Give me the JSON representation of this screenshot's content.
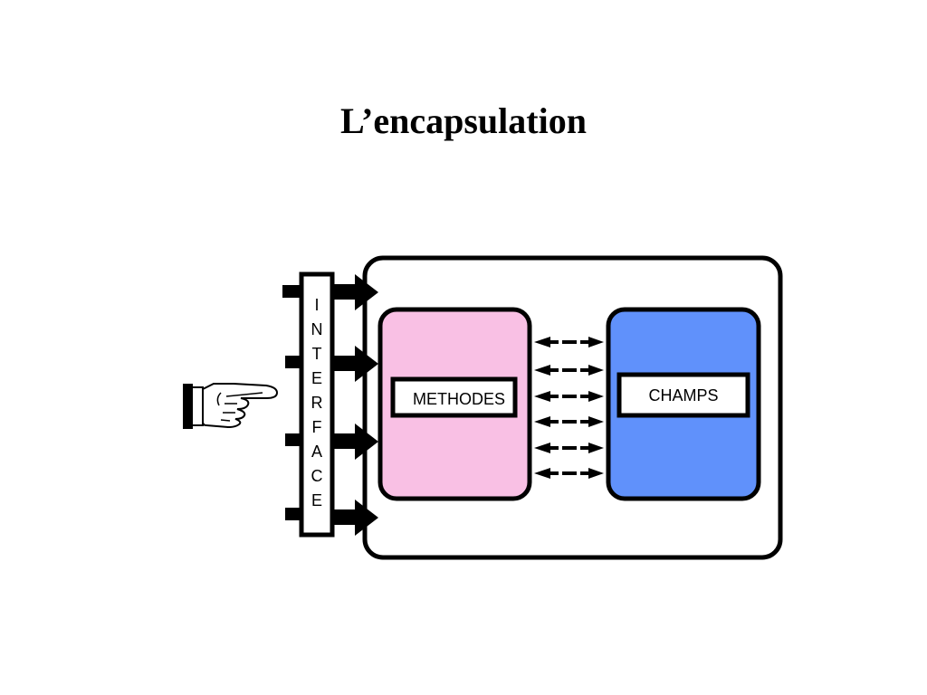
{
  "title": "L’encapsulation",
  "diagram": {
    "interface_letters": [
      "I",
      "N",
      "T",
      "E",
      "R",
      "F",
      "A",
      "C",
      "E"
    ],
    "methods_label": "METHODES",
    "fields_label": "CHAMPS",
    "colors": {
      "methods_fill": "#f9c0e4",
      "fields_fill": "#6091fb",
      "stroke": "#000000",
      "background": "#ffffff"
    },
    "icons": {
      "pointer": "pointing-hand-icon"
    }
  }
}
